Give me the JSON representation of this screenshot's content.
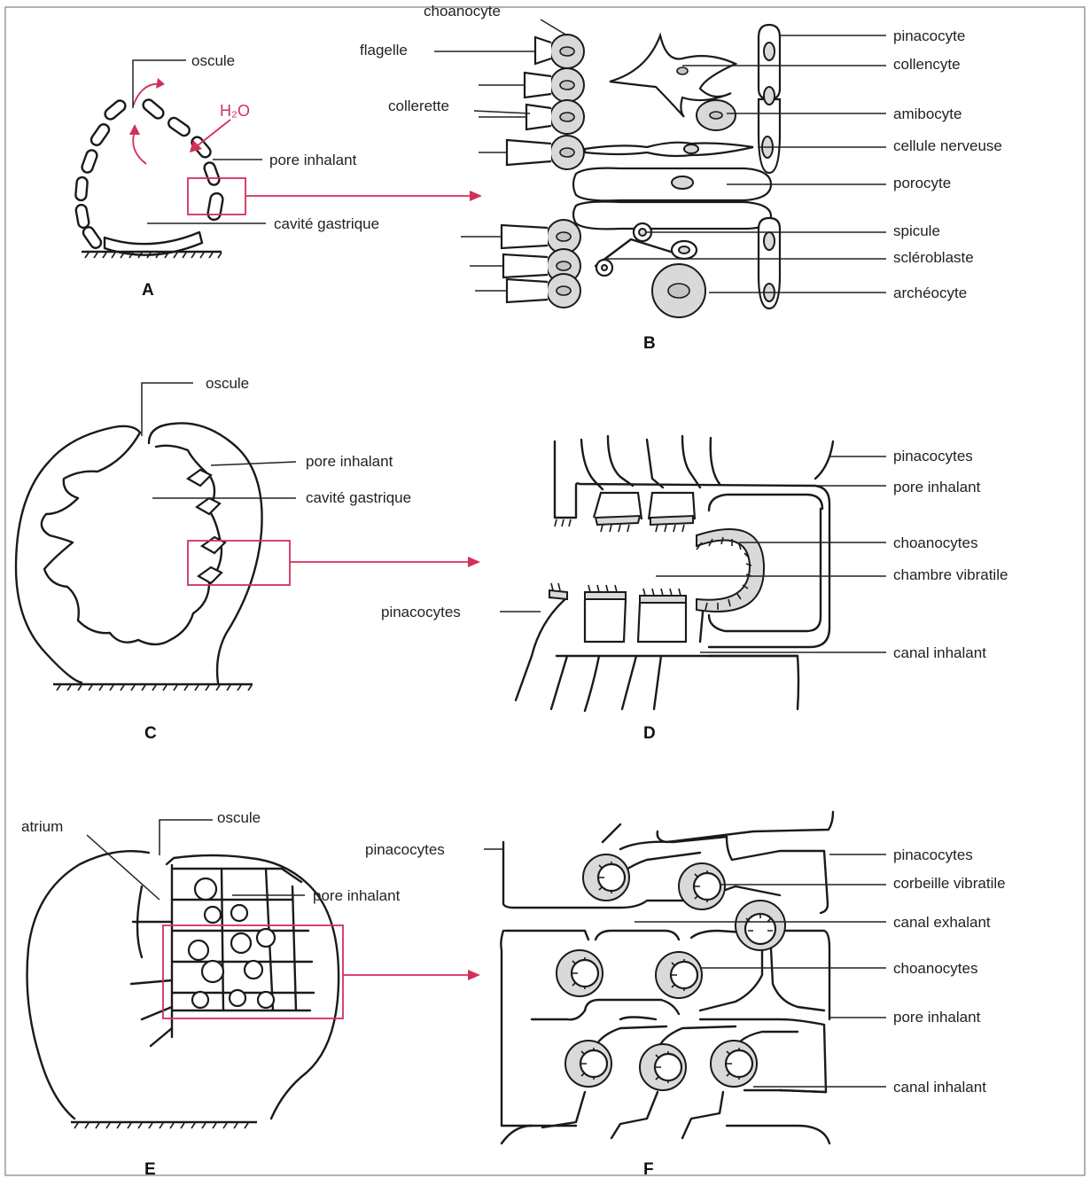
{
  "panels": {
    "A": {
      "letter": "A",
      "labels": {
        "oscule": "oscule",
        "water": "H₂O",
        "pore": "pore inhalant",
        "cavity": "cavité gastrique"
      }
    },
    "B": {
      "letter": "B",
      "labels": {
        "choanocyte": "choanocyte",
        "flagelle": "flagelle",
        "collerette": "collerette",
        "pinacocyte": "pinacocyte",
        "collencyte": "collencyte",
        "amibocyte": "amibocyte",
        "nerve": "cellule nerveuse",
        "porocyte": "porocyte",
        "spicule": "spicule",
        "scleroblaste": "scléroblaste",
        "archeocyte": "archéocyte"
      }
    },
    "C": {
      "letter": "C",
      "labels": {
        "oscule": "oscule",
        "pore": "pore inhalant",
        "cavity": "cavité gastrique"
      }
    },
    "D": {
      "letter": "D",
      "labels": {
        "pinacocytes_right": "pinacocytes",
        "pore": "pore inhalant",
        "choanocytes": "choanocytes",
        "chamber": "chambre vibratile",
        "pinacocytes_left": "pinacocytes",
        "canal": "canal inhalant"
      }
    },
    "E": {
      "letter": "E",
      "labels": {
        "atrium": "atrium",
        "oscule": "oscule",
        "pore": "pore inhalant"
      }
    },
    "F": {
      "letter": "F",
      "labels": {
        "pinacocytes_left": "pinacocytes",
        "pinacocytes_right": "pinacocytes",
        "corbeille": "corbeille vibratile",
        "exhalant": "canal exhalant",
        "choanocytes": "choanocytes",
        "pore": "pore inhalant",
        "inhalant": "canal inhalant"
      }
    }
  },
  "colors": {
    "highlight": "#d2305a",
    "cell_fill": "#d9d9d9",
    "ink": "#1a1a1a"
  }
}
